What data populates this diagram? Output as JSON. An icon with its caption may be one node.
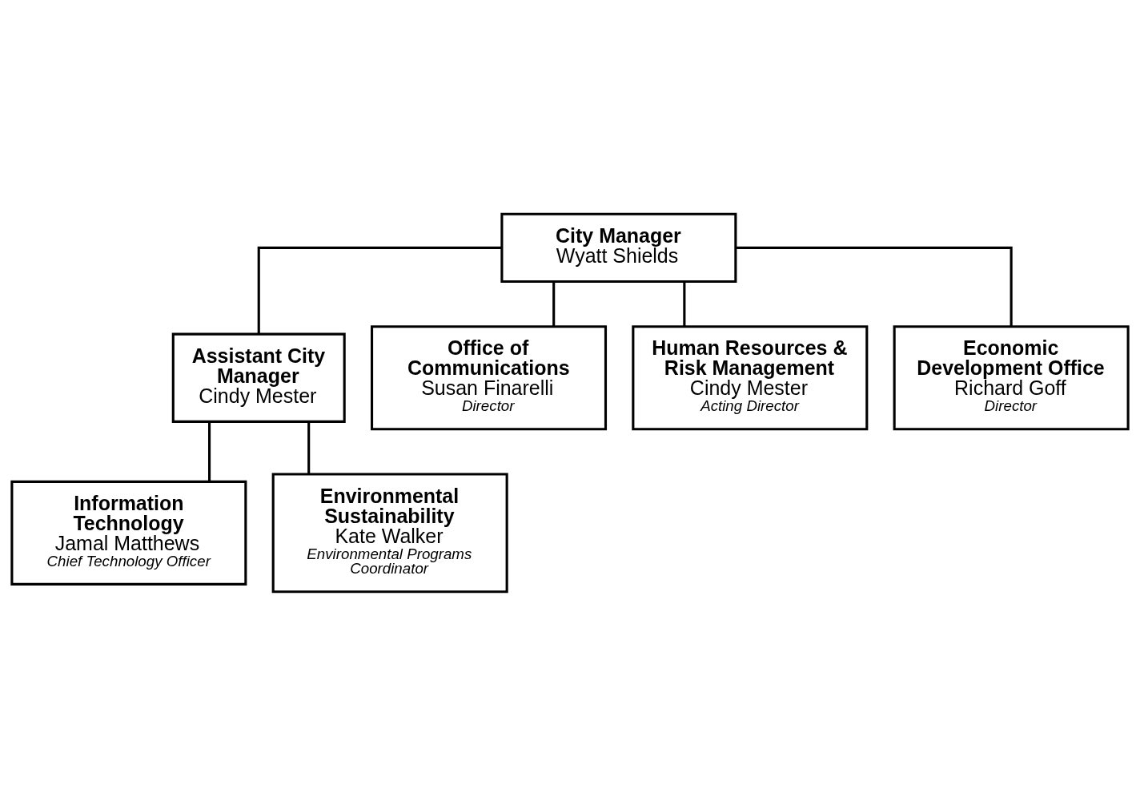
{
  "diagram": {
    "nodes": [
      {
        "text": [
          "City Manager",
          "Wyatt Shields"
        ]
      },
      {
        "text": [
          "Assistant City Manager",
          "Cindy Mester"
        ]
      },
      {
        "text": [
          "Information Technology",
          "Jamal Matthews",
          "Chief Technology Officer"
        ]
      },
      {
        "text": [
          "Office of Communications",
          "Susan Finarelli",
          "Director"
        ]
      },
      {
        "text": [
          "Human Resources & Risk Management",
          "Cindy Mester",
          "Acting Director"
        ]
      },
      {
        "text": [
          "Economic Development Office",
          "Richard Goff",
          "Director"
        ]
      },
      {
        "text": [
          "Environmental Sustainability",
          "Kate Walker",
          "Environmental Programs Coordinator"
        ]
      }
    ],
    "edges": [
      {
        "from": 0,
        "to": 1,
        "arrow": "none"
      },
      {
        "from": 0,
        "to": 3,
        "arrow": "none"
      },
      {
        "from": 0,
        "to": 4,
        "arrow": "none"
      },
      {
        "from": 0,
        "to": 5,
        "arrow": "none"
      },
      {
        "from": 1,
        "to": 2,
        "arrow": "none"
      },
      {
        "from": 1,
        "to": 6,
        "arrow": "none"
      }
    ]
  }
}
